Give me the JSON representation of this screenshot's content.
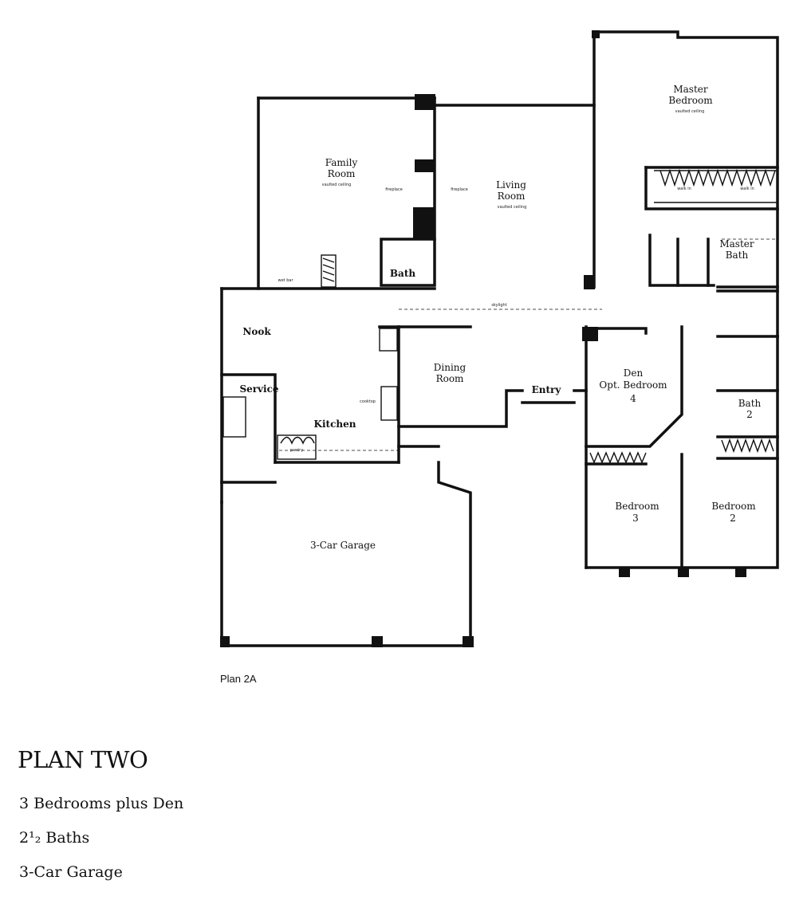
{
  "plan": {
    "label": "Plan 2A",
    "title": "PLAN TWO",
    "features": [
      "3 Bedrooms plus Den",
      "2¹₂ Baths",
      "3-Car Garage"
    ]
  },
  "rooms": {
    "family_room": [
      "Family",
      "Room"
    ],
    "living_room": [
      "Living",
      "Room"
    ],
    "master_bedroom": [
      "Master",
      "Bedroom"
    ],
    "master_bath": [
      "Master",
      "Bath"
    ],
    "bath": "Bath",
    "nook": "Nook",
    "service": "Service",
    "kitchen": "Kitchen",
    "dining_room": [
      "Dining",
      "Room"
    ],
    "entry": "Entry",
    "den": [
      "Den",
      "Opt. Bedroom",
      "4"
    ],
    "bath2": [
      "Bath",
      "2"
    ],
    "bedroom3": [
      "Bedroom",
      "3"
    ],
    "bedroom2": [
      "Bedroom",
      "2"
    ],
    "garage": "3-Car Garage"
  },
  "notes": {
    "fireplace": "fireplace",
    "vaulted": "vaulted ceiling",
    "skylight": "skylight",
    "wet_bar": "wet bar",
    "cooktop": "cooktop",
    "pantry": "pantry",
    "walk_in": "walk in"
  },
  "colors": {
    "wall": "#111111",
    "paper": "#ffffff"
  }
}
